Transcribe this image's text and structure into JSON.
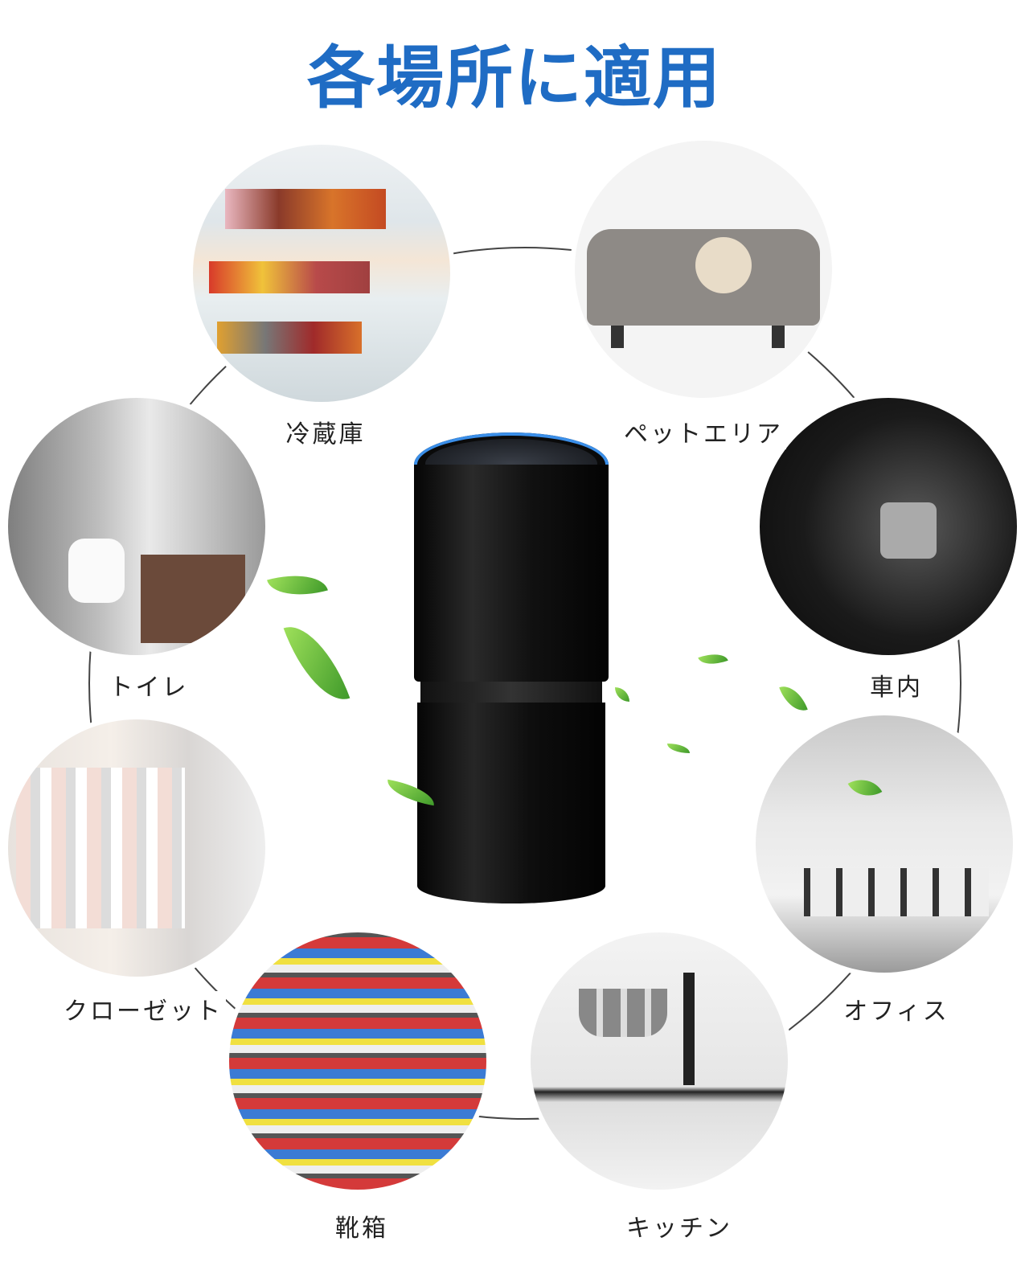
{
  "title": "各場所に適用",
  "colors": {
    "title": "#1f6cc4",
    "ring": "#444444",
    "product": "#0d0d0d",
    "glow": "#3a8ee8"
  },
  "locations": [
    {
      "id": "fridge",
      "label": "冷蔵庫"
    },
    {
      "id": "pet-area",
      "label": "ペットエリア"
    },
    {
      "id": "toilet",
      "label": "トイレ"
    },
    {
      "id": "car",
      "label": "車内"
    },
    {
      "id": "closet",
      "label": "クローゼット"
    },
    {
      "id": "office",
      "label": "オフィス"
    },
    {
      "id": "shoe-box",
      "label": "靴箱"
    },
    {
      "id": "kitchen",
      "label": "キッチン"
    }
  ]
}
